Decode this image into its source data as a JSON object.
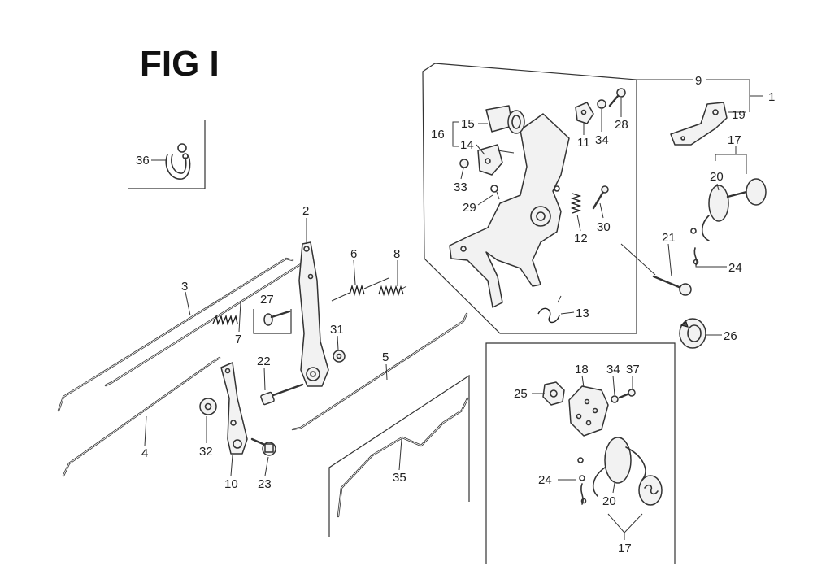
{
  "figure": {
    "title": "FIG I"
  },
  "callouts": [
    {
      "id": "c1",
      "label": "1"
    },
    {
      "id": "c2",
      "label": "2"
    },
    {
      "id": "c3",
      "label": "3"
    },
    {
      "id": "c4",
      "label": "4"
    },
    {
      "id": "c5",
      "label": "5"
    },
    {
      "id": "c6",
      "label": "6"
    },
    {
      "id": "c7",
      "label": "7"
    },
    {
      "id": "c8",
      "label": "8"
    },
    {
      "id": "c9",
      "label": "9"
    },
    {
      "id": "c10",
      "label": "10"
    },
    {
      "id": "c11",
      "label": "11"
    },
    {
      "id": "c12",
      "label": "12"
    },
    {
      "id": "c13",
      "label": "13"
    },
    {
      "id": "c14",
      "label": "14"
    },
    {
      "id": "c15",
      "label": "15"
    },
    {
      "id": "c16",
      "label": "16"
    },
    {
      "id": "c17a",
      "label": "17"
    },
    {
      "id": "c17b",
      "label": "17"
    },
    {
      "id": "c18",
      "label": "18"
    },
    {
      "id": "c19",
      "label": "19"
    },
    {
      "id": "c20a",
      "label": "20"
    },
    {
      "id": "c20b",
      "label": "20"
    },
    {
      "id": "c21",
      "label": "21"
    },
    {
      "id": "c22",
      "label": "22"
    },
    {
      "id": "c23",
      "label": "23"
    },
    {
      "id": "c24a",
      "label": "24"
    },
    {
      "id": "c24b",
      "label": "24"
    },
    {
      "id": "c25",
      "label": "25"
    },
    {
      "id": "c26",
      "label": "26"
    },
    {
      "id": "c27",
      "label": "27"
    },
    {
      "id": "c28",
      "label": "28"
    },
    {
      "id": "c29",
      "label": "29"
    },
    {
      "id": "c30",
      "label": "30"
    },
    {
      "id": "c31",
      "label": "31"
    },
    {
      "id": "c32",
      "label": "32"
    },
    {
      "id": "c33",
      "label": "33"
    },
    {
      "id": "c34a",
      "label": "34"
    },
    {
      "id": "c34b",
      "label": "34"
    },
    {
      "id": "c35",
      "label": "35"
    },
    {
      "id": "c36",
      "label": "36"
    },
    {
      "id": "c37",
      "label": "37"
    }
  ]
}
